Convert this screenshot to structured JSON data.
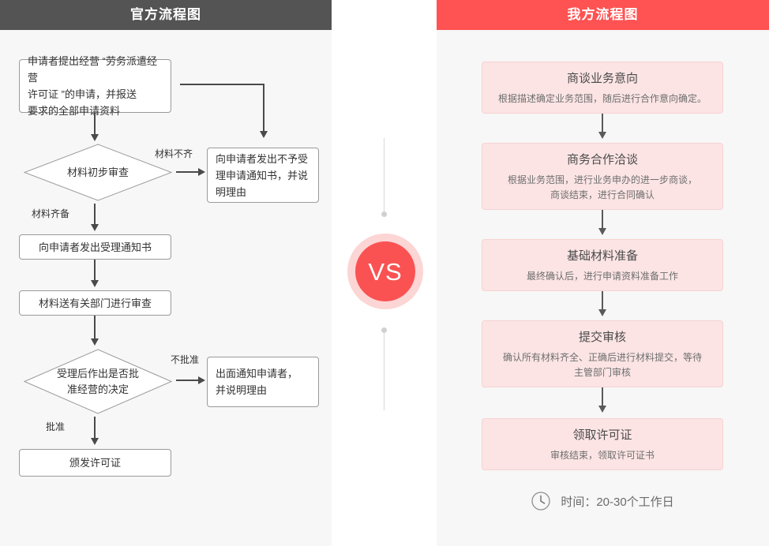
{
  "left_panel": {
    "header": "官方流程图",
    "nodes": {
      "apply": "申请者提出经营 “劳务派遣经营\n许可证 ”的申请，并报送\n要求的全部申请资料",
      "first_review": "材料初步审查",
      "reject_notice": "向申请者发出不予受\n理申请通知书，并说\n明理由",
      "accept_notice": "向申请者发出受理通知书",
      "send_department": "材料送有关部门进行审查",
      "decision": "受理后作出是否批\n准经营的决定",
      "deny_notice": "出面通知申请者，\n并说明理由",
      "issue_license": "颁发许可证"
    },
    "edge_labels": {
      "incomplete": "材料不齐",
      "complete": "材料齐备",
      "not_approved": "不批准",
      "approved": "批准"
    }
  },
  "divider": {
    "vs_label": "VS"
  },
  "right_panel": {
    "header": "我方流程图",
    "steps": [
      {
        "title": "商谈业务意向",
        "desc": "根据描述确定业务范围，随后进行合作意向确定。"
      },
      {
        "title": "商务合作洽谈",
        "desc": "根据业务范围，进行业务申办的进一步商谈，\n商谈结束，进行合同确认"
      },
      {
        "title": "基础材料准备",
        "desc": "最终确认后，进行申请资料准备工作"
      },
      {
        "title": "提交审核",
        "desc": "确认所有材料齐全、正确后进行材料提交，等待\n主管部门审核"
      },
      {
        "title": "领取许可证",
        "desc": "审核结束，领取许可证书"
      }
    ],
    "duration": "时间：20-30个工作日"
  },
  "colors": {
    "left_header_bg": "#545454",
    "right_header_bg": "#ff5252",
    "panel_bg": "#f7f7f7",
    "card_bg": "#fce4e4",
    "card_border": "#f7d2d2",
    "vs_ring": "#fcd5d5",
    "vs_core": "#fa5252"
  }
}
